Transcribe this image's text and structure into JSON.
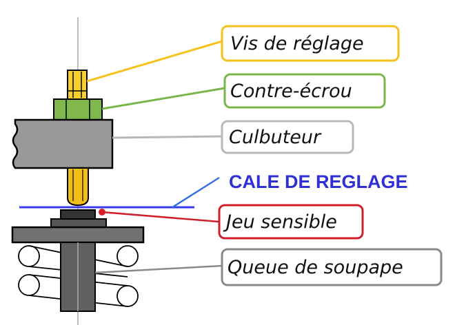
{
  "labels": {
    "adjusting_screw": "Vis de réglage",
    "lock_nut": "Contre-écrou",
    "rocker_arm": "Culbuteur",
    "feeler_gauge": "CALE DE REGLAGE",
    "sensitive_clearance": "Jeu sensible",
    "valve_stem": "Queue de soupape"
  },
  "colors": {
    "adjusting_screw": "#f4c21a",
    "lock_nut": "#7bb54a",
    "rocker_arm": "#b8b8b8",
    "feeler_gauge": "#2f2fd6",
    "sensitive_clearance": "#d01f2a",
    "valve_stem": "#808080"
  }
}
